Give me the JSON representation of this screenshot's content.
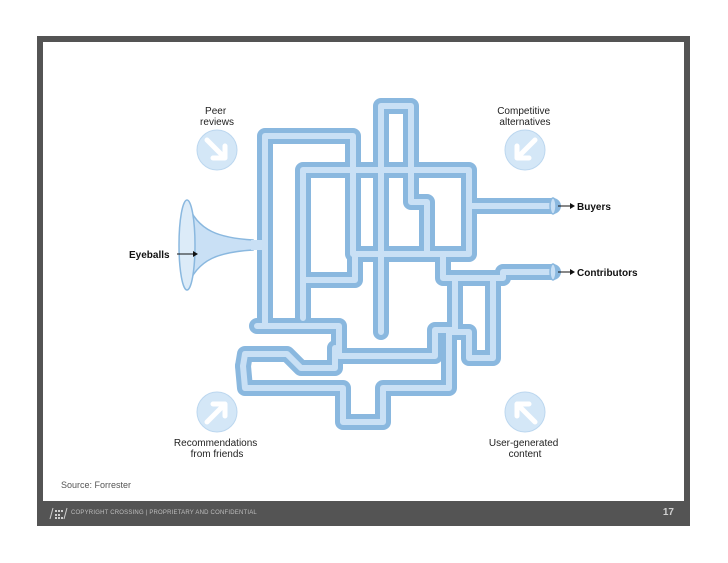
{
  "diagram": {
    "labels": {
      "peer": [
        "Peer",
        "reviews"
      ],
      "competitive": [
        "Competitive",
        "alternatives"
      ],
      "recommendations": [
        "Recommendations",
        "from friends"
      ],
      "user_generated": [
        "User-generated",
        "content"
      ],
      "eyeballs": "Eyeballs",
      "buyers": "Buyers",
      "contributors": "Contributors"
    },
    "colors": {
      "pipe_outline": "#8ab8df",
      "pipe_fill": "#c9e0f5",
      "badge_fill": "#d4e7f7",
      "arrow_fill": "#ffffff"
    }
  },
  "source": "Source: Forrester",
  "footer": {
    "copyright": "COPYRIGHT CROSSING  |  PROPRIETARY AND CONFIDENTIAL",
    "page_number": "17"
  }
}
